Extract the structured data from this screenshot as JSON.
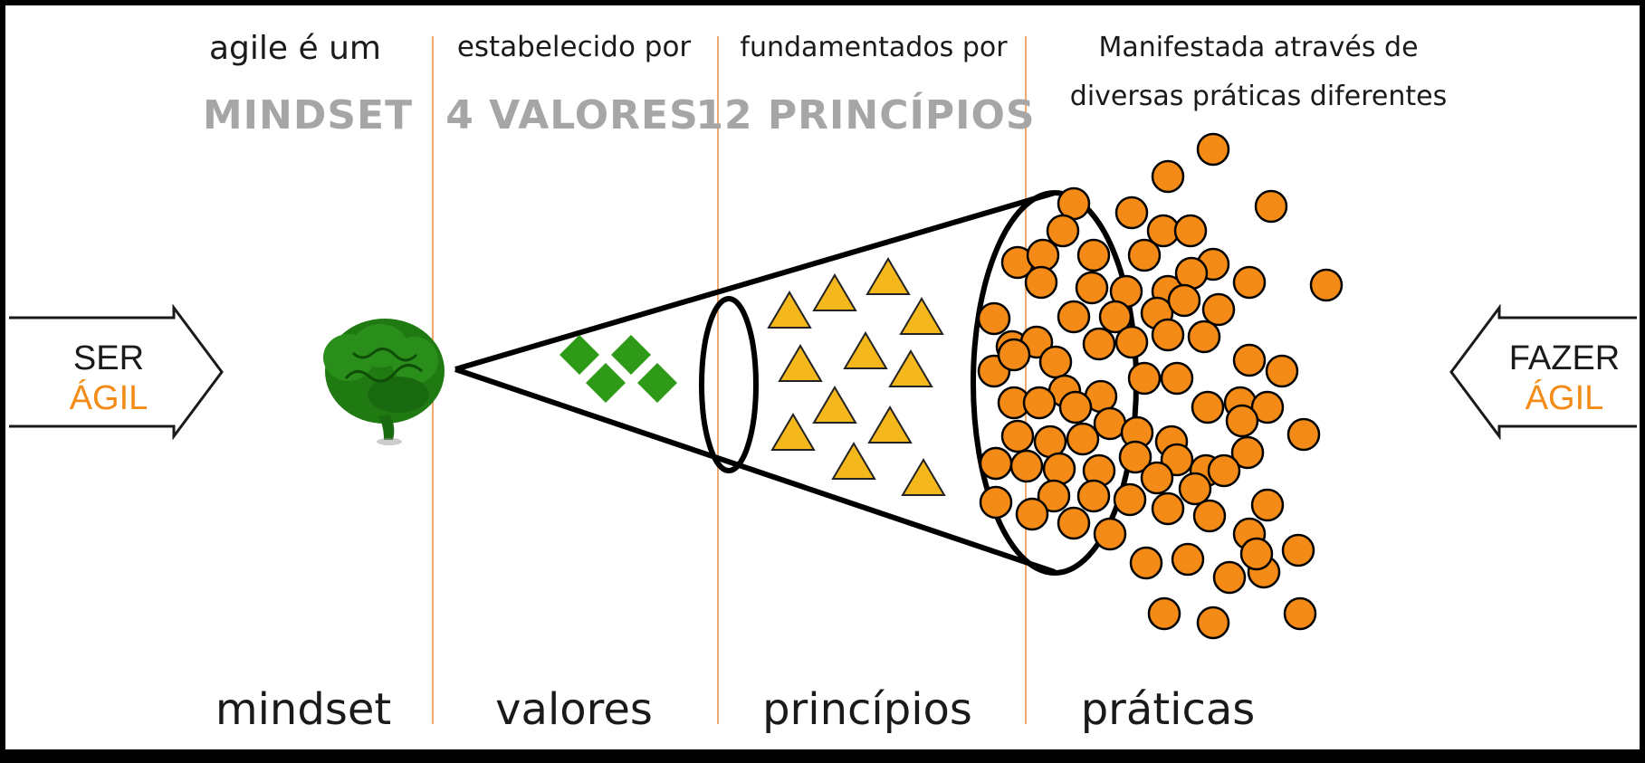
{
  "header": {
    "col1": {
      "line1": "agile é um",
      "line2": "MINDSET"
    },
    "col2": {
      "line1": "estabelecido por",
      "line2": "4 VALORES"
    },
    "col3": {
      "line1": "fundamentados por",
      "line2": "12 PRINCÍPIOS"
    },
    "col4": {
      "line1": "Manifestada através de",
      "line2": "diversas práticas diferentes"
    }
  },
  "left_arrow": {
    "line1": "SER",
    "line2": "ÁGIL"
  },
  "right_arrow": {
    "line1": "FAZER",
    "line2": "ÁGIL"
  },
  "footer": {
    "mindset": "mindset",
    "valores": "valores",
    "principios": "princípios",
    "praticas": "práticas"
  },
  "colors": {
    "frame": "#000000",
    "canvas": "#ffffff",
    "orange": "#f38b16",
    "brain_green": "#1f7a12",
    "diamond_green": "#2f9a17",
    "triangle_yellow": "#f4b81c",
    "divider": "#f1a970",
    "gray_text": "#a6a6a6"
  },
  "icons": {
    "brain": "brain-icon",
    "diamond": "diamond-icon",
    "triangle": "triangle-icon",
    "dot": "orange-dot-icon"
  },
  "counts": {
    "valores": 4,
    "principios": 12
  }
}
